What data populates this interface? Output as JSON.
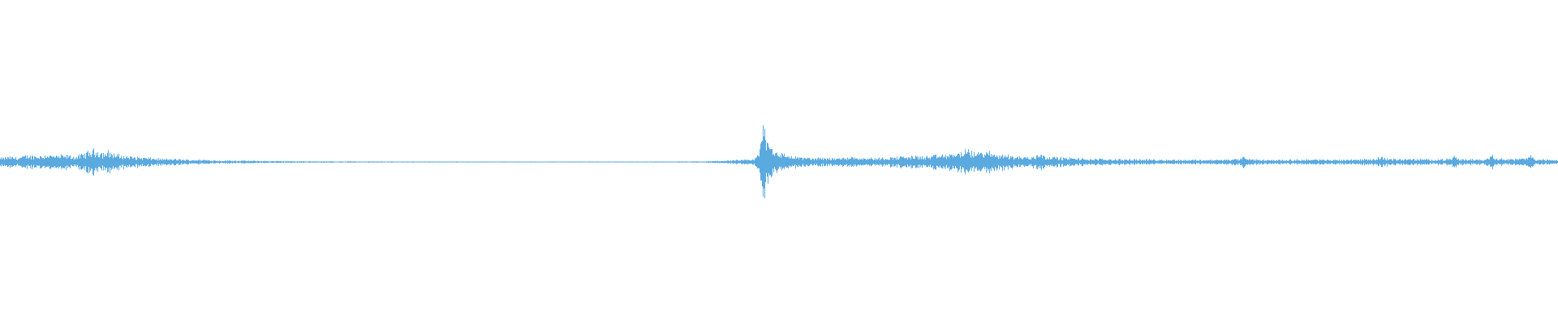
{
  "waveform": {
    "color": "#5aaae0",
    "background": "#ffffff",
    "baseline_level": 0.0,
    "envelope": [
      [
        0.0,
        0.05
      ],
      [
        0.006,
        0.07
      ],
      [
        0.012,
        0.06
      ],
      [
        0.018,
        0.09
      ],
      [
        0.024,
        0.08
      ],
      [
        0.03,
        0.1
      ],
      [
        0.036,
        0.08
      ],
      [
        0.042,
        0.09
      ],
      [
        0.048,
        0.07
      ],
      [
        0.054,
        0.11
      ],
      [
        0.058,
        0.15
      ],
      [
        0.062,
        0.16
      ],
      [
        0.066,
        0.12
      ],
      [
        0.07,
        0.14
      ],
      [
        0.074,
        0.1
      ],
      [
        0.08,
        0.08
      ],
      [
        0.086,
        0.07
      ],
      [
        0.092,
        0.06
      ],
      [
        0.098,
        0.05
      ],
      [
        0.104,
        0.04
      ],
      [
        0.112,
        0.04
      ],
      [
        0.12,
        0.03
      ],
      [
        0.13,
        0.03
      ],
      [
        0.14,
        0.02
      ],
      [
        0.15,
        0.02
      ],
      [
        0.165,
        0.015
      ],
      [
        0.18,
        0.012
      ],
      [
        0.2,
        0.01
      ],
      [
        0.23,
        0.008
      ],
      [
        0.26,
        0.007
      ],
      [
        0.3,
        0.006
      ],
      [
        0.34,
        0.006
      ],
      [
        0.38,
        0.006
      ],
      [
        0.42,
        0.006
      ],
      [
        0.45,
        0.008
      ],
      [
        0.458,
        0.012
      ],
      [
        0.466,
        0.02
      ],
      [
        0.474,
        0.025
      ],
      [
        0.48,
        0.03
      ],
      [
        0.484,
        0.04
      ],
      [
        0.487,
        0.1
      ],
      [
        0.489,
        0.42
      ],
      [
        0.49,
        0.48
      ],
      [
        0.491,
        0.45
      ],
      [
        0.492,
        0.36
      ],
      [
        0.494,
        0.26
      ],
      [
        0.496,
        0.18
      ],
      [
        0.499,
        0.14
      ],
      [
        0.503,
        0.1
      ],
      [
        0.508,
        0.08
      ],
      [
        0.515,
        0.06
      ],
      [
        0.522,
        0.05
      ],
      [
        0.53,
        0.06
      ],
      [
        0.538,
        0.05
      ],
      [
        0.546,
        0.07
      ],
      [
        0.554,
        0.06
      ],
      [
        0.562,
        0.05
      ],
      [
        0.57,
        0.06
      ],
      [
        0.578,
        0.07
      ],
      [
        0.586,
        0.08
      ],
      [
        0.594,
        0.07
      ],
      [
        0.602,
        0.09
      ],
      [
        0.61,
        0.1
      ],
      [
        0.616,
        0.13
      ],
      [
        0.622,
        0.15
      ],
      [
        0.626,
        0.12
      ],
      [
        0.632,
        0.14
      ],
      [
        0.638,
        0.11
      ],
      [
        0.644,
        0.1
      ],
      [
        0.65,
        0.08
      ],
      [
        0.656,
        0.07
      ],
      [
        0.662,
        0.06
      ],
      [
        0.668,
        0.12
      ],
      [
        0.672,
        0.07
      ],
      [
        0.68,
        0.06
      ],
      [
        0.69,
        0.05
      ],
      [
        0.7,
        0.04
      ],
      [
        0.712,
        0.04
      ],
      [
        0.724,
        0.035
      ],
      [
        0.736,
        0.035
      ],
      [
        0.748,
        0.03
      ],
      [
        0.76,
        0.03
      ],
      [
        0.772,
        0.03
      ],
      [
        0.784,
        0.03
      ],
      [
        0.796,
        0.04
      ],
      [
        0.798,
        0.08
      ],
      [
        0.8,
        0.04
      ],
      [
        0.812,
        0.03
      ],
      [
        0.826,
        0.03
      ],
      [
        0.84,
        0.035
      ],
      [
        0.854,
        0.03
      ],
      [
        0.868,
        0.035
      ],
      [
        0.882,
        0.04
      ],
      [
        0.887,
        0.07
      ],
      [
        0.892,
        0.04
      ],
      [
        0.906,
        0.04
      ],
      [
        0.92,
        0.035
      ],
      [
        0.932,
        0.04
      ],
      [
        0.934,
        0.09
      ],
      [
        0.936,
        0.04
      ],
      [
        0.95,
        0.035
      ],
      [
        0.956,
        0.05
      ],
      [
        0.958,
        0.16
      ],
      [
        0.96,
        0.05
      ],
      [
        0.972,
        0.04
      ],
      [
        0.98,
        0.05
      ],
      [
        0.983,
        0.09
      ],
      [
        0.986,
        0.04
      ],
      [
        0.994,
        0.03
      ],
      [
        1.0,
        0.03
      ]
    ]
  }
}
